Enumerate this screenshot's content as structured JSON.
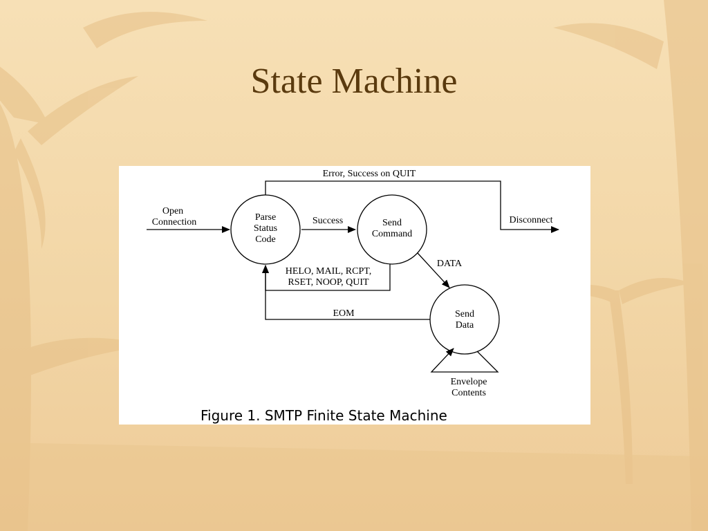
{
  "slide": {
    "title": "State Machine"
  },
  "figure": {
    "caption": "Figure 1. SMTP Finite State Machine",
    "nodes": {
      "parse": [
        "Parse",
        "Status",
        "Code"
      ],
      "command": [
        "Send",
        "Command"
      ],
      "data": [
        "Send",
        "Data"
      ]
    },
    "edges": {
      "open": [
        "Open",
        "Connection"
      ],
      "error_quit": "Error, Success on QUIT",
      "success": "Success",
      "disconnect": "Disconnect",
      "data": "DATA",
      "helo": [
        "HELO, MAIL, RCPT,",
        "RSET, NOOP, QUIT"
      ],
      "eom": "EOM",
      "envelope": [
        "Envelope",
        "Contents"
      ]
    }
  }
}
